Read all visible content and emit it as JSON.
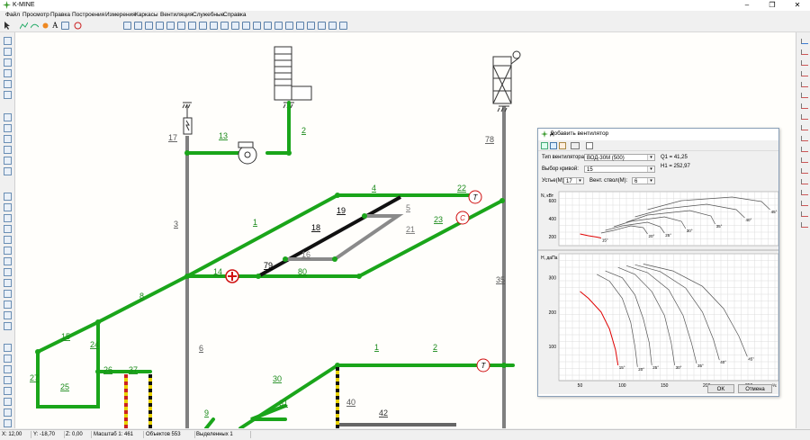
{
  "app": {
    "title": "K-MINE"
  },
  "window_controls": {
    "minimize": "–",
    "restore": "❐",
    "close": "✕"
  },
  "menu": [
    "Файл",
    "Просмотр",
    "Правка",
    "Построения",
    "Измерения",
    "Каркасы",
    "Вентиляция",
    "Служебные",
    "Справка"
  ],
  "scheme_labels": {
    "n1": "1",
    "n2": "2",
    "n3": "3",
    "n4": "4",
    "n5": "5",
    "n6": "6",
    "n8": "8",
    "n9": "9",
    "n13": "13",
    "n14": "14",
    "n15": "15",
    "n16": "16",
    "n17": "17",
    "n18": "18",
    "n19": "19",
    "n21": "21",
    "n22": "22",
    "n23": "23",
    "n24": "24",
    "n25": "25",
    "n26": "26",
    "n27": "27",
    "n30": "30",
    "n31": "31",
    "n35": "35",
    "n37": "37",
    "n40": "40",
    "n42": "42",
    "n78": "78",
    "n79": "79",
    "n80": "80",
    "b1": "1",
    "b2": "2",
    "t_mark": "T",
    "c_mark": "C"
  },
  "dialog": {
    "title": "Добавить вентилятор",
    "close": "✕",
    "fan_type_label": "Тип вентилятора",
    "fan_type_value": "ВОД-30М (500)",
    "curve_label": "Выбор кривой:",
    "curve_value": "15",
    "mouths_label": "Устье(М):",
    "mouths_value": "17",
    "shaft_label": "Вент. ствол(М):",
    "shaft_value": "6",
    "q1": "Q1 = 41,25",
    "h1": "H1 = 252,97",
    "ok": "OK",
    "cancel": "Отмена"
  },
  "chart_data": [
    {
      "type": "line",
      "ylabel": "N, кВт",
      "y_ticks": [
        "600",
        "400",
        "200"
      ],
      "ylim": [
        100,
        700
      ],
      "angle_labels": [
        "15°",
        "20°",
        "25°",
        "30°",
        "35°",
        "40°",
        "45°"
      ],
      "series": [
        {
          "name": "15°",
          "color": "#e00000",
          "points": [
            [
              50,
              230
            ],
            [
              60,
              210
            ],
            [
              70,
              195
            ],
            [
              75,
              185
            ]
          ]
        },
        {
          "name": "20°",
          "points": [
            [
              75,
              240
            ],
            [
              90,
              270
            ],
            [
              110,
              320
            ],
            [
              125,
              300
            ],
            [
              130,
              230
            ]
          ]
        },
        {
          "name": "25°",
          "points": [
            [
              80,
              270
            ],
            [
              100,
              320
            ],
            [
              130,
              360
            ],
            [
              145,
              310
            ],
            [
              150,
              240
            ]
          ]
        },
        {
          "name": "30°",
          "points": [
            [
              90,
              310
            ],
            [
              110,
              370
            ],
            [
              150,
              420
            ],
            [
              170,
              370
            ],
            [
              175,
              290
            ]
          ]
        },
        {
          "name": "35°",
          "points": [
            [
              105,
              360
            ],
            [
              130,
              440
            ],
            [
              180,
              490
            ],
            [
              205,
              430
            ],
            [
              210,
              340
            ]
          ]
        },
        {
          "name": "40°",
          "points": [
            [
              115,
              420
            ],
            [
              150,
              510
            ],
            [
              200,
              560
            ],
            [
              235,
              500
            ],
            [
              245,
              410
            ]
          ]
        },
        {
          "name": "45°",
          "points": [
            [
              130,
              500
            ],
            [
              170,
              600
            ],
            [
              230,
              640
            ],
            [
              265,
              590
            ],
            [
              275,
              500
            ]
          ]
        }
      ]
    },
    {
      "type": "line",
      "xlabel": "Q, м³/с",
      "ylabel": "H, даПа",
      "x_ticks": [
        "50",
        "100",
        "150",
        "200",
        "250"
      ],
      "y_ticks": [
        "300",
        "200",
        "100"
      ],
      "xlim": [
        25,
        285
      ],
      "ylim": [
        0,
        370
      ],
      "series": [
        {
          "name": "15°",
          "color": "#e00000",
          "points": [
            [
              50,
              260
            ],
            [
              60,
              240
            ],
            [
              75,
              200
            ],
            [
              85,
              150
            ],
            [
              92,
              90
            ],
            [
              95,
              45
            ]
          ]
        },
        {
          "name": "20°",
          "points": [
            [
              70,
              310
            ],
            [
              85,
              290
            ],
            [
              100,
              240
            ],
            [
              110,
              170
            ],
            [
              115,
              100
            ],
            [
              118,
              40
            ]
          ]
        },
        {
          "name": "25°",
          "points": [
            [
              80,
              320
            ],
            [
              100,
              300
            ],
            [
              115,
              250
            ],
            [
              125,
              180
            ],
            [
              132,
              110
            ],
            [
              135,
              45
            ]
          ]
        },
        {
          "name": "30°",
          "points": [
            [
              95,
              330
            ],
            [
              115,
              310
            ],
            [
              135,
              260
            ],
            [
              150,
              190
            ],
            [
              158,
              110
            ],
            [
              162,
              45
            ]
          ]
        },
        {
          "name": "35°",
          "points": [
            [
              105,
              335
            ],
            [
              130,
              315
            ],
            [
              155,
              265
            ],
            [
              172,
              190
            ],
            [
              182,
              110
            ],
            [
              188,
              50
            ]
          ]
        },
        {
          "name": "40°",
          "points": [
            [
              115,
              338
            ],
            [
              145,
              318
            ],
            [
              175,
              270
            ],
            [
              195,
              200
            ],
            [
              208,
              120
            ],
            [
              215,
              60
            ]
          ]
        },
        {
          "name": "45°",
          "points": [
            [
              125,
              340
            ],
            [
              160,
              320
            ],
            [
              195,
              275
            ],
            [
              220,
              210
            ],
            [
              238,
              130
            ],
            [
              248,
              70
            ]
          ]
        }
      ]
    }
  ],
  "status": {
    "x": "X: 12,00",
    "y": "Y: -18,70",
    "z": "Z: 0,00",
    "scale": "Масштаб 1: 461",
    "objects": "Объектов 553",
    "selected": "Выделенных 1"
  }
}
